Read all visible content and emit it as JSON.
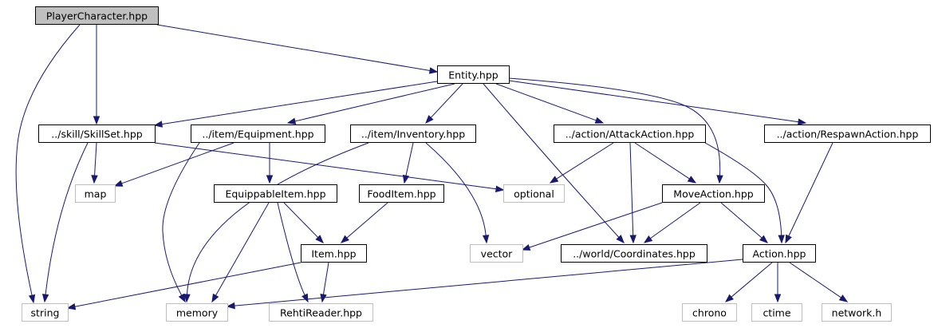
{
  "graph": {
    "title": "PlayerCharacter.hpp",
    "colors": {
      "edge": "#191970",
      "root_fill": "#bfbfbf",
      "node_border": "#000000",
      "external_border": "#bfbfbf",
      "external_text": "#000000",
      "background": "#ffffff"
    },
    "nodes": [
      {
        "id": "player_character",
        "label": "PlayerCharacter.hpp",
        "kind": "root"
      },
      {
        "id": "entity",
        "label": "Entity.hpp",
        "kind": "local"
      },
      {
        "id": "skillset",
        "label": "../skill/SkillSet.hpp",
        "kind": "local"
      },
      {
        "id": "equipment",
        "label": "../item/Equipment.hpp",
        "kind": "local"
      },
      {
        "id": "inventory",
        "label": "../item/Inventory.hpp",
        "kind": "local"
      },
      {
        "id": "attack_action",
        "label": "../action/AttackAction.hpp",
        "kind": "local"
      },
      {
        "id": "respawn_action",
        "label": "../action/RespawnAction.hpp",
        "kind": "local"
      },
      {
        "id": "map",
        "label": "map",
        "kind": "external"
      },
      {
        "id": "optional",
        "label": "optional",
        "kind": "external"
      },
      {
        "id": "equippable_item",
        "label": "EquippableItem.hpp",
        "kind": "local"
      },
      {
        "id": "food_item",
        "label": "FoodItem.hpp",
        "kind": "local"
      },
      {
        "id": "move_action",
        "label": "MoveAction.hpp",
        "kind": "local"
      },
      {
        "id": "item",
        "label": "Item.hpp",
        "kind": "local"
      },
      {
        "id": "vector",
        "label": "vector",
        "kind": "external"
      },
      {
        "id": "coordinates",
        "label": "../world/Coordinates.hpp",
        "kind": "local"
      },
      {
        "id": "action",
        "label": "Action.hpp",
        "kind": "local"
      },
      {
        "id": "string",
        "label": "string",
        "kind": "external"
      },
      {
        "id": "memory",
        "label": "memory",
        "kind": "external"
      },
      {
        "id": "rehti_reader",
        "label": "RehtiReader.hpp",
        "kind": "external"
      },
      {
        "id": "chrono",
        "label": "chrono",
        "kind": "external"
      },
      {
        "id": "ctime",
        "label": "ctime",
        "kind": "external"
      },
      {
        "id": "network_h",
        "label": "network.h",
        "kind": "external"
      }
    ],
    "edges": [
      {
        "from": "player_character",
        "to": "entity"
      },
      {
        "from": "player_character",
        "to": "skillset"
      },
      {
        "from": "player_character",
        "to": "string"
      },
      {
        "from": "entity",
        "to": "skillset"
      },
      {
        "from": "entity",
        "to": "equipment"
      },
      {
        "from": "entity",
        "to": "inventory"
      },
      {
        "from": "entity",
        "to": "coordinates"
      },
      {
        "from": "entity",
        "to": "attack_action"
      },
      {
        "from": "entity",
        "to": "move_action"
      },
      {
        "from": "entity",
        "to": "respawn_action"
      },
      {
        "from": "skillset",
        "to": "map"
      },
      {
        "from": "skillset",
        "to": "optional"
      },
      {
        "from": "skillset",
        "to": "string"
      },
      {
        "from": "equipment",
        "to": "map"
      },
      {
        "from": "equipment",
        "to": "equippable_item"
      },
      {
        "from": "equipment",
        "to": "memory"
      },
      {
        "from": "inventory",
        "to": "food_item"
      },
      {
        "from": "inventory",
        "to": "vector"
      },
      {
        "from": "inventory",
        "to": "memory"
      },
      {
        "from": "equippable_item",
        "to": "item"
      },
      {
        "from": "equippable_item",
        "to": "memory"
      },
      {
        "from": "equippable_item",
        "to": "rehti_reader"
      },
      {
        "from": "food_item",
        "to": "item"
      },
      {
        "from": "item",
        "to": "string"
      },
      {
        "from": "item",
        "to": "rehti_reader"
      },
      {
        "from": "attack_action",
        "to": "optional"
      },
      {
        "from": "attack_action",
        "to": "move_action"
      },
      {
        "from": "attack_action",
        "to": "coordinates"
      },
      {
        "from": "attack_action",
        "to": "action"
      },
      {
        "from": "move_action",
        "to": "vector"
      },
      {
        "from": "move_action",
        "to": "coordinates"
      },
      {
        "from": "move_action",
        "to": "action"
      },
      {
        "from": "respawn_action",
        "to": "action"
      },
      {
        "from": "action",
        "to": "memory"
      },
      {
        "from": "action",
        "to": "chrono"
      },
      {
        "from": "action",
        "to": "ctime"
      },
      {
        "from": "action",
        "to": "network_h"
      }
    ]
  }
}
